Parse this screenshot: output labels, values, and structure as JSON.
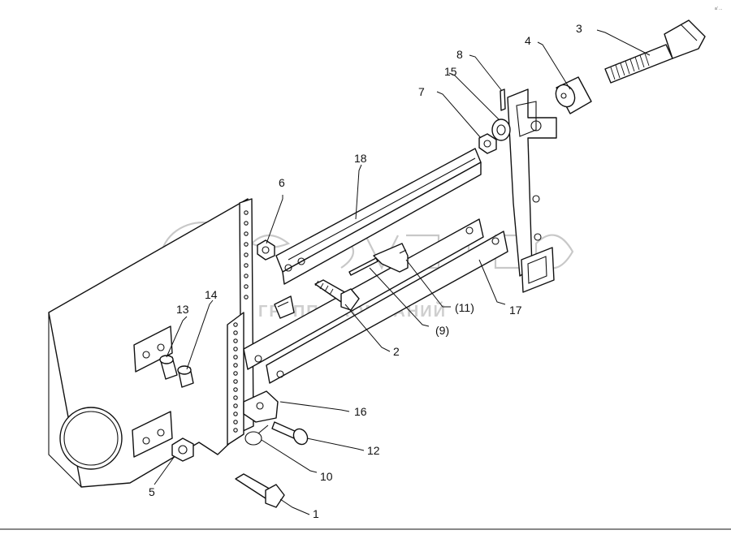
{
  "watermark": {
    "logo_text": "БЕЛАГРО",
    "caption": "ГРУППА КОМПАНИЙ"
  },
  "corner_code": "a′ ...",
  "callouts": [
    {
      "id": "1",
      "text": "1"
    },
    {
      "id": "2",
      "text": "2"
    },
    {
      "id": "3",
      "text": "3"
    },
    {
      "id": "4",
      "text": "4"
    },
    {
      "id": "5",
      "text": "5"
    },
    {
      "id": "6",
      "text": "6"
    },
    {
      "id": "7",
      "text": "7"
    },
    {
      "id": "8",
      "text": "8"
    },
    {
      "id": "9",
      "text": "(9)"
    },
    {
      "id": "10",
      "text": "10"
    },
    {
      "id": "11",
      "text": "(11)"
    },
    {
      "id": "12",
      "text": "12"
    },
    {
      "id": "13",
      "text": "13"
    },
    {
      "id": "14",
      "text": "14"
    },
    {
      "id": "15",
      "text": "15"
    },
    {
      "id": "16",
      "text": "16"
    },
    {
      "id": "17",
      "text": "17"
    },
    {
      "id": "18",
      "text": "18"
    }
  ]
}
